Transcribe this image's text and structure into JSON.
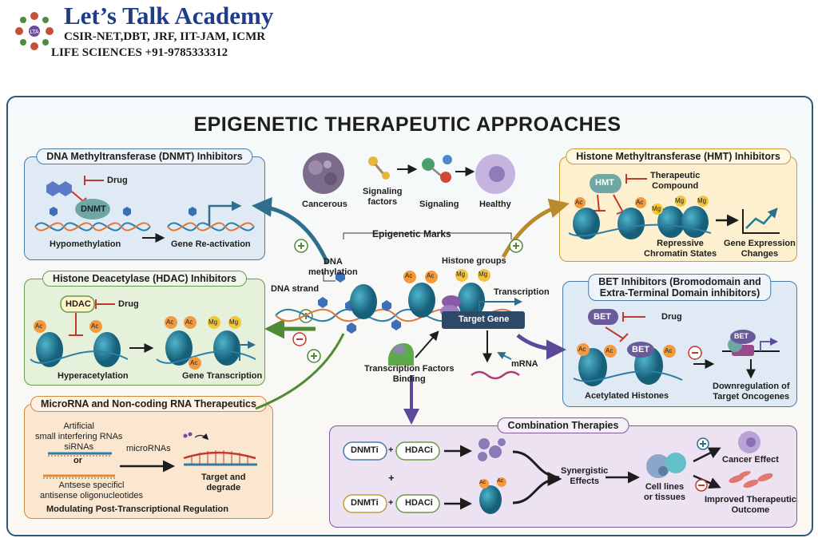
{
  "header": {
    "brand": "Let’s Talk Academy",
    "line1": "CSIR-NET,DBT, JRF, IIT-JAM, ICMR",
    "line2": "LIFE SCIENCES  +91-9785333312"
  },
  "title": "EPIGENETIC THERAPEUTIC APPROACHES",
  "center": {
    "cancerous": "Cancerous",
    "signaling_factors": "Signaling\nfactors",
    "signaling": "Signaling",
    "healthy": "Healthy",
    "epigenetic_marks": "Epigenetic Marks",
    "dna_methylation": "DNA\nmethylation",
    "histone_groups": "Histone groups",
    "dna_strand": "DNA strand",
    "transcription": "Transcription",
    "target_gene": "Target Gene",
    "tf_binding": "Transcription Factors\nBinding",
    "mrna": "mRNA"
  },
  "dnmt": {
    "title": "DNA Methyltransferase (DNMT) Inhibitors",
    "drug": "Drug",
    "enzyme": "DNMT",
    "hypomethylation": "Hypomethylation",
    "reactivation": "Gene Re-activation"
  },
  "hdac": {
    "title": "Histone Deacetylase (HDAC) Inhibitors",
    "enzyme": "HDAC",
    "drug": "Drug",
    "hyperacetylation": "Hyperacetylation",
    "gene_transcription": "Gene Transcription"
  },
  "mirna": {
    "title": "MicroRNA and Non-coding RNA Therapeutics",
    "artificial": "Artificial\nsmall interfering RNAs\nsiRNAs",
    "or": "or",
    "antisense": "Antsese specificl\nantisense oligonucleotides",
    "micrornas": "microRNAs",
    "target_degrade": "Target and\ndegrade",
    "footer": "Modulating Post-Transcriptional Regulation"
  },
  "hmt": {
    "title": "Histone Methyltransferase (HMT) Inhibitors",
    "enzyme": "HMT",
    "compound": "Therapeutic\nCompound",
    "repressive": "Repressive\nChromatin States",
    "expression": "Gene Expression\nChanges"
  },
  "bet": {
    "title": "BET Inhibitors (Bromodomain and\nExtra-Terminal Domain inhibitors)",
    "enzyme": "BET",
    "drug": "Drug",
    "acetylated": "Acetylated Histones",
    "downregulation": "Downregulation of\nTarget Oncogenes"
  },
  "combo": {
    "title": "Combination Therapies",
    "dnmti": "DNMTi",
    "hdaci": "HDACi",
    "plus": "+",
    "synergistic": "Synergistic\nEffects",
    "cells": "Cell lines\nor tissues",
    "cancer_effect": "Cancer Effect",
    "improved": "Improved Therapeutic\nOutcome"
  },
  "marks": {
    "ac": "Ac",
    "mg": "Mg",
    "plus": "+",
    "minus": "−"
  },
  "colors": {
    "blue_panel": "#dfeaf4",
    "green_panel": "#e5f1da",
    "orange_panel": "#fbe6cf",
    "yellow_panel": "#fdf0cf",
    "purple_panel": "#ece2f2",
    "histone": "#1f7e98",
    "acetyl": "#f29a3d",
    "methyl": "#f3c63a"
  }
}
